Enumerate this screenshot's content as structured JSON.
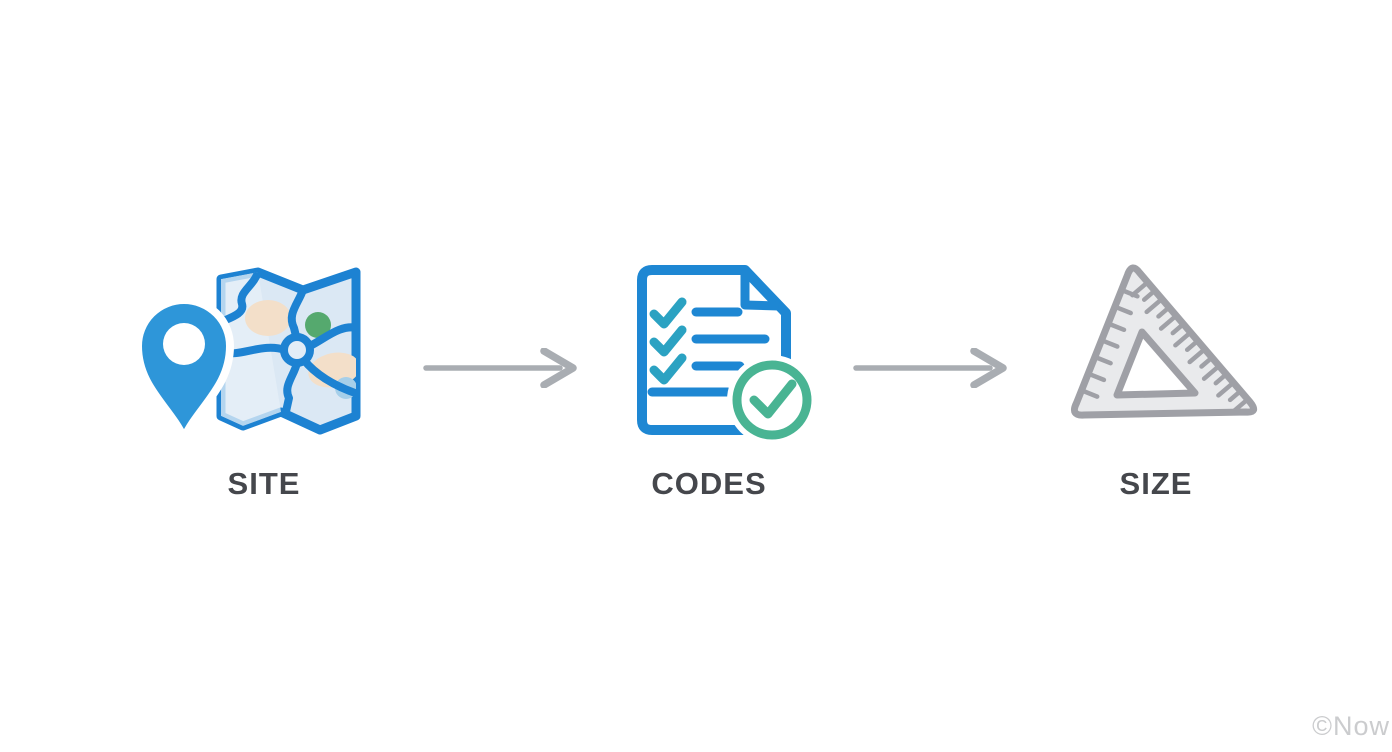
{
  "flow": {
    "steps": [
      {
        "label": "SITE",
        "icon": "map-location-icon"
      },
      {
        "label": "CODES",
        "icon": "checklist-document-icon"
      },
      {
        "label": "SIZE",
        "icon": "triangle-ruler-icon"
      }
    ],
    "connectors": [
      {
        "icon": "arrow-right-icon"
      },
      {
        "icon": "arrow-right-icon"
      }
    ]
  },
  "watermark": "©Now",
  "colors": {
    "outline_blue": "#1d82d2",
    "map_fill": "#dbe8f4",
    "pin_blue": "#2e96d9",
    "green_dot": "#55a96e",
    "peach_area": "#f3dfc9",
    "light_blue_dot": "#a6cfe9",
    "check_teal": "#2ba2c2",
    "circle_check_green": "#49b493",
    "ruler_fill": "#e9eaec",
    "ruler_gray": "#9fa0a6",
    "arrow_gray": "#a9adb2",
    "label_text": "#45474c",
    "watermark_gray": "#cbccce"
  }
}
